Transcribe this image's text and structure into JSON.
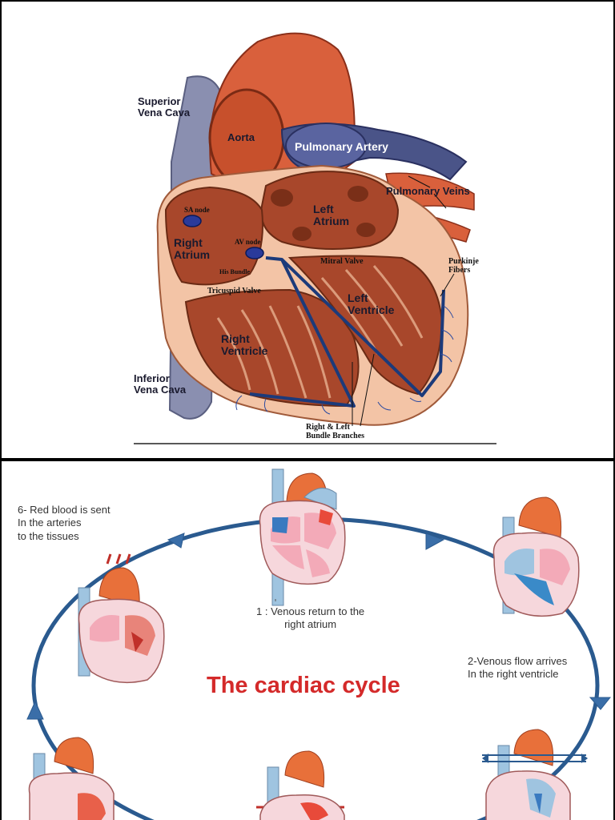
{
  "heart_diagram": {
    "labels": {
      "superior_vena_cava": "Superior\nVena Cava",
      "aorta": "Aorta",
      "pulmonary_artery": "Pulmonary Artery",
      "pulmonary_veins": "Pulmonary Veins",
      "sa_node": "SA node",
      "left_atrium": "Left\nAtrium",
      "right_atrium": "Right\nAtrium",
      "av_node": "AV node",
      "his_bundle": "His Bundle",
      "mitral_valve": "Mitral Valve",
      "purkinje_fibers": "Purkinje\nFibers",
      "tricuspid_valve": "Tricuspid Valve",
      "left_ventricle": "Left\nVentricle",
      "right_ventricle": "Right\nVentricle",
      "inferior_vena_cava": "Inferior\nVena Cava",
      "bundle_branches": "Right & Left\nBundle Branches"
    }
  },
  "cardiac_cycle": {
    "title": "The cardiac cycle",
    "steps": {
      "step1": "1 : Venous return to the\nright atrium",
      "step2": "2-Venous flow arrives\nIn the right ventricle",
      "step6": "6- Red blood is sent\nIn the arteries\nto the tissues"
    }
  },
  "colors": {
    "vena_cava": "#8a8fb0",
    "aorta": "#d9603c",
    "pulmonary_artery": "#4a5488",
    "heart_wall": "#f3c4a6",
    "chamber": "#a8472b",
    "conduction": "#1c3a7a",
    "cycle_arrow": "#2a5a8f",
    "title_red": "#d42a2a"
  }
}
